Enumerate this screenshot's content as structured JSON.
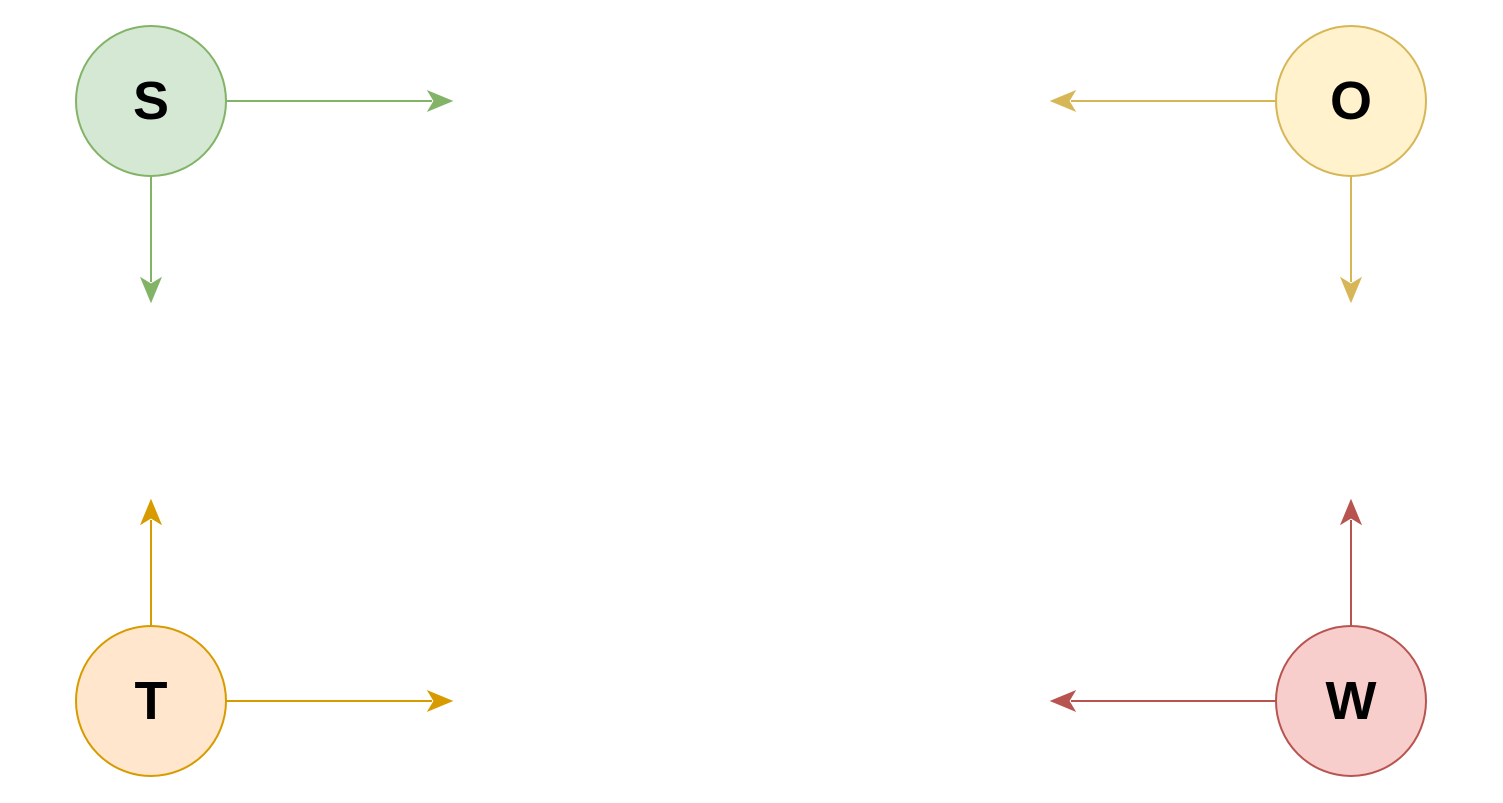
{
  "diagram": {
    "nodes": [
      {
        "id": "s",
        "label": "S",
        "fill": "#d5e8d4",
        "stroke": "#82b366"
      },
      {
        "id": "o",
        "label": "O",
        "fill": "#fff2cc",
        "stroke": "#d6b656"
      },
      {
        "id": "t",
        "label": "T",
        "fill": "#ffe6cc",
        "stroke": "#d79b00"
      },
      {
        "id": "w",
        "label": "W",
        "fill": "#f8cecc",
        "stroke": "#b85450"
      }
    ]
  }
}
